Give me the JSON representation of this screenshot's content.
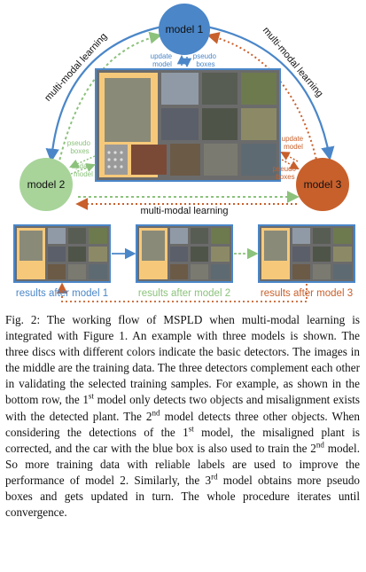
{
  "models": {
    "m1": {
      "label": "model 1",
      "color": "#4a86c8"
    },
    "m2": {
      "label": "model 2",
      "color": "#a8d49a"
    },
    "m3": {
      "label": "model 3",
      "color": "#c8602c"
    }
  },
  "arrows": {
    "mml_left": "multi-modal learning",
    "mml_right": "multi-modal learning",
    "mml_bottom": "multi-modal learning",
    "m1_update": [
      "update",
      "model"
    ],
    "m1_pseudo": [
      "pseudo",
      "boxes"
    ],
    "m2_pseudo": [
      "pseudo",
      "boxes"
    ],
    "m2_update": [
      "update",
      "model"
    ],
    "m3_update": [
      "update",
      "model"
    ],
    "m3_pseudo": [
      "pseudo",
      "boxes"
    ]
  },
  "results": {
    "r1": "results after model 1",
    "r2": "results after model 2",
    "r3": "results after model 3"
  },
  "caption": {
    "part1": "Fig. 2: The working flow of MSPLD when multi-modal learning is integrated with Figure 1. An example with three models is shown. The three discs with different colors indicate the basic detectors. The images in the middle are the training data. The three detectors complement each other in validating the selected training samples. For example, as shown in the bottom row, the 1",
    "sup1": "st",
    "part2": " model only detects two objects and misalignment exists with the detected plant. The 2",
    "sup2": "nd",
    "part3": " model detects three other objects. When considering the detections of the 1",
    "sup3": "st",
    "part4": " model, the misaligned plant is corrected, and the car with the blue box is also used to train the 2",
    "sup4": "nd",
    "part5": " model. So more training data with reliable labels are used to improve the performance of model 2. Similarly, the 3",
    "sup5": "rd",
    "part6": " model obtains more pseudo boxes and gets updated in turn. The whole procedure iterates until convergence."
  },
  "colors": {
    "blue": "#4a86c8",
    "green": "#8cc27c",
    "orange": "#c8602c",
    "panel": "#707070",
    "highlight": "#f6c97a"
  }
}
